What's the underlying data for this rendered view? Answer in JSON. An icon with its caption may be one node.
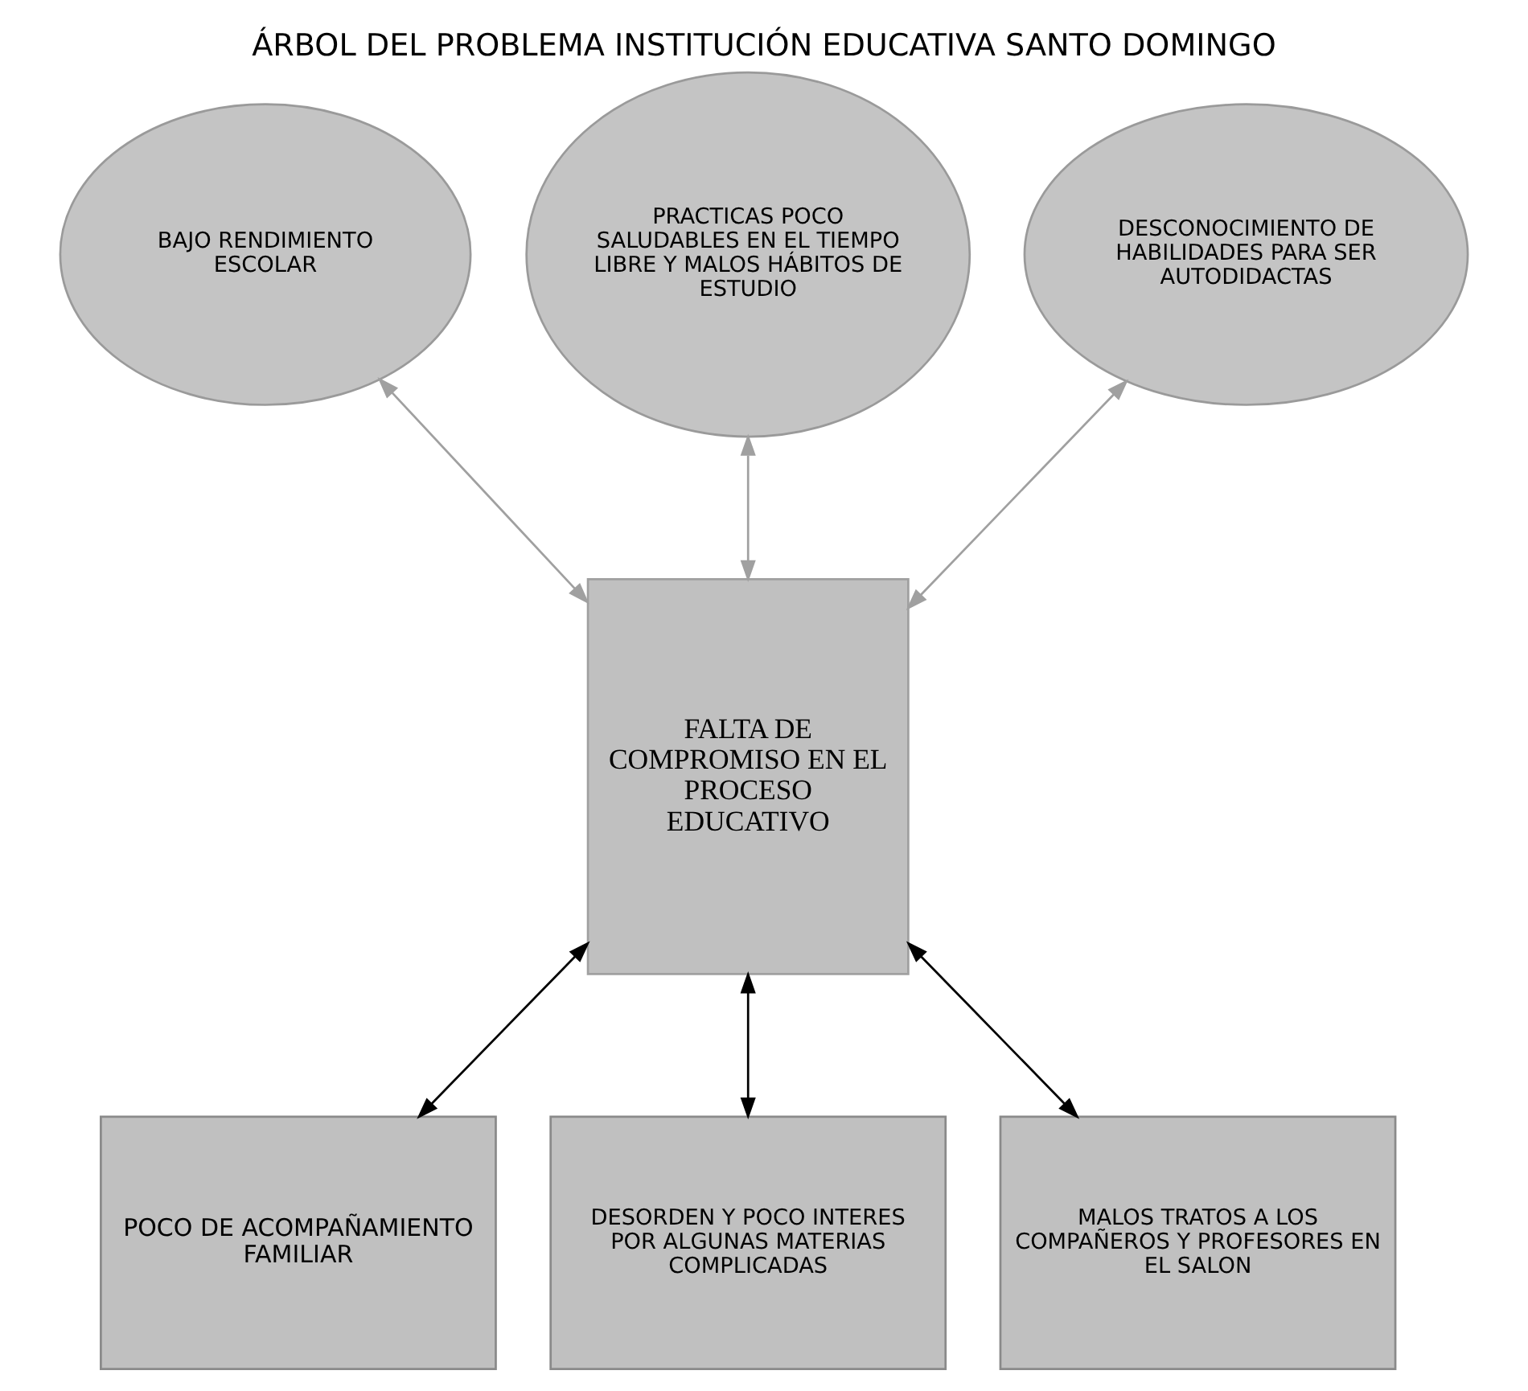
{
  "diagram": {
    "title": "ÁRBOL DEL PROBLEMA INSTITUCIÓN EDUCATIVA SANTO DOMINGO",
    "nodes": [
      {
        "text": [
          "BAJO RENDIMIENTO ESCOLAR"
        ]
      },
      {
        "text": [
          "PRACTICAS POCO SALUDABLES EN EL TIEMPO LIBRE Y MALOS HÁBITOS DE ESTUDIO"
        ]
      },
      {
        "text": [
          "DESCONOCIMIENTO DE HABILIDADES PARA SER AUTODIDACTAS"
        ]
      },
      {
        "text": [
          "FALTA DE COMPROMISO EN EL PROCESO EDUCATIVO"
        ]
      },
      {
        "text": [
          "POCO DE ACOMPAÑAMIENTO FAMILIAR"
        ]
      },
      {
        "text": [
          "DESORDEN Y POCO INTERES POR ALGUNAS MATERIAS COMPLICADAS"
        ]
      },
      {
        "text": [
          "MALOS TRATOS A LOS COMPAÑEROS Y PROFESORES EN EL SALON"
        ]
      }
    ],
    "edges": [
      {
        "from": 0,
        "to": 3,
        "arrow": "both",
        "color": "#a0a0a0"
      },
      {
        "from": 1,
        "to": 3,
        "arrow": "both",
        "color": "#a0a0a0"
      },
      {
        "from": 2,
        "to": 3,
        "arrow": "both",
        "color": "#a0a0a0"
      },
      {
        "from": 3,
        "to": 4,
        "arrow": "both",
        "color": "#000000"
      },
      {
        "from": 3,
        "to": 5,
        "arrow": "both",
        "color": "#000000"
      },
      {
        "from": 3,
        "to": 6,
        "arrow": "both",
        "color": "#000000"
      }
    ]
  }
}
